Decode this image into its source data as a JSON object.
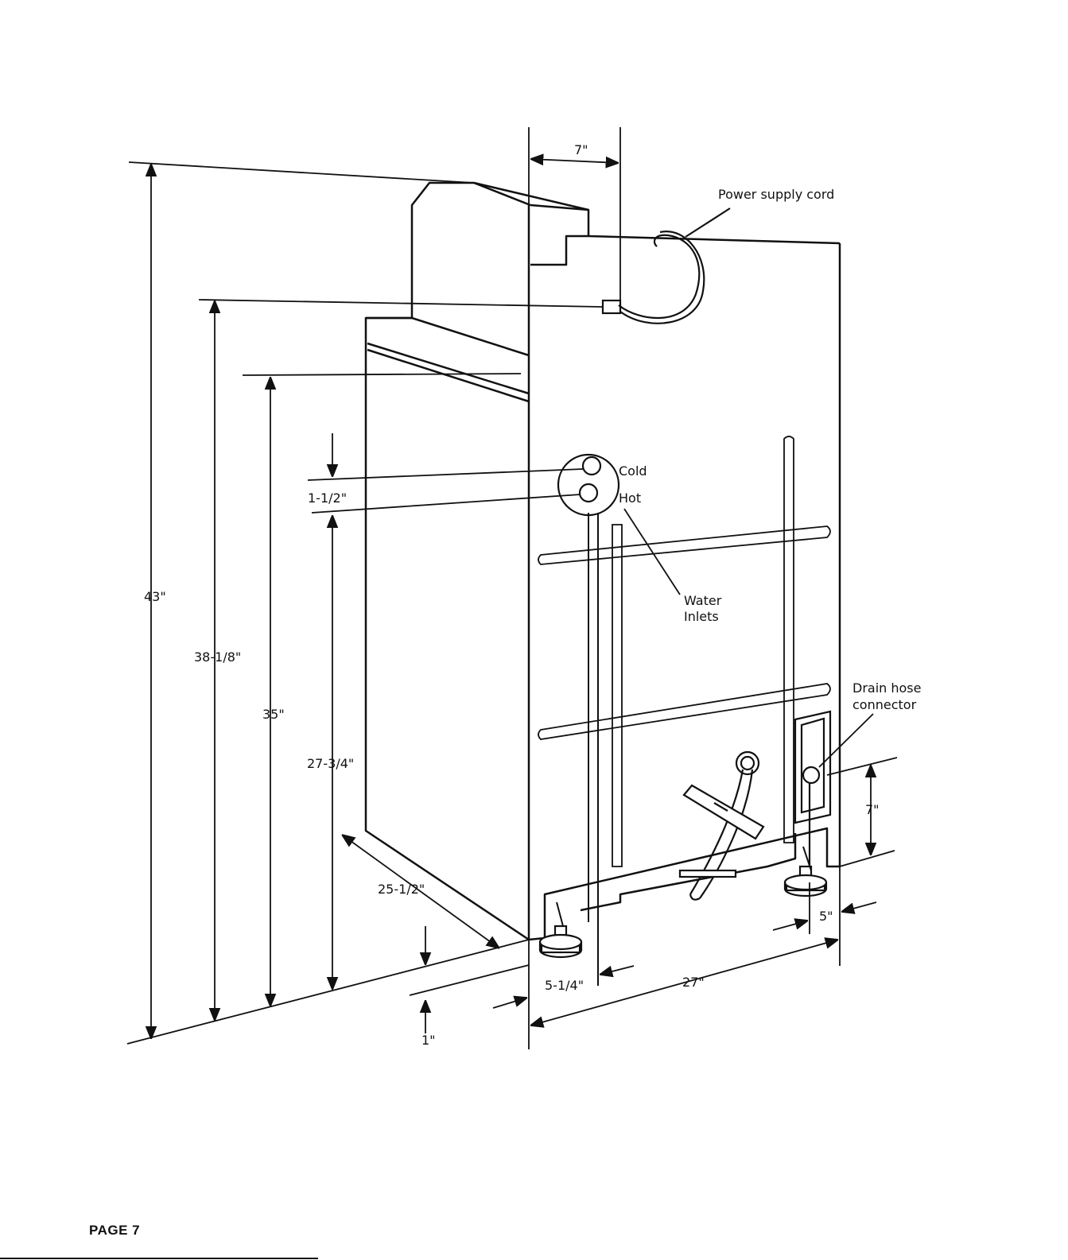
{
  "labels": {
    "dim_top_7": "7\"",
    "power_cord": "Power supply cord",
    "cold": "Cold",
    "hot": "Hot",
    "water_inlets_1": "Water",
    "water_inlets_2": "Inlets",
    "drain_hose_1": "Drain hose",
    "drain_hose_2": "connector",
    "dim_43": "43\"",
    "dim_38": "38-1/8\"",
    "dim_35": "35\"",
    "dim_1_5": "1-1/2\"",
    "dim_27_75": "27-3/4\"",
    "dim_25_5": "25-1/2\"",
    "dim_1": "1\"",
    "dim_5_25": "5-1/4\"",
    "dim_27": "27\"",
    "dim_5": "5\"",
    "dim_right_7": "7\""
  },
  "footer": {
    "page": "PAGE 7"
  }
}
